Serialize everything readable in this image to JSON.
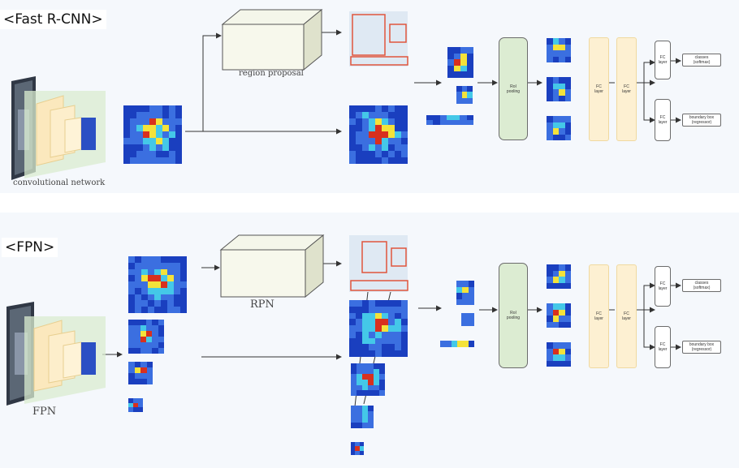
{
  "fast_rcnn": {
    "title": "<Fast R-CNN>",
    "backbone_label": "convolutional network",
    "proposal_label": "region proposal",
    "roi_label": "RoI\npooling",
    "fc1_label": "FC\nlayer",
    "fc2_label": "FC\nlayer",
    "fc_cls_label": "FC\nlayer",
    "fc_box_label": "FC\nlayer",
    "cls_out": "classes\n(softmax)",
    "box_out": "boundary box\n(regressor)"
  },
  "fpn": {
    "title": "<FPN>",
    "backbone_label": "FPN",
    "proposal_label": "RPN",
    "roi_label": "RoI\npooling",
    "fc1_label": "FC\nlayer",
    "fc2_label": "FC\nlayer",
    "fc_cls_label": "FC\nlayer",
    "fc_box_label": "FC\nlayer",
    "cls_out": "classes\n(softmax)",
    "box_out": "boundary box\n(regressor)"
  },
  "colors": {
    "heat_dark": "#1a3fbf",
    "heat_blue": "#3b6fe0",
    "heat_cyan": "#44c8e8",
    "heat_yellow": "#f4e23a",
    "heat_red": "#d8301e",
    "roi_fill": "#dcecd2",
    "fc_fill": "#fdf0d2",
    "proposal_box": "#e0553c"
  }
}
